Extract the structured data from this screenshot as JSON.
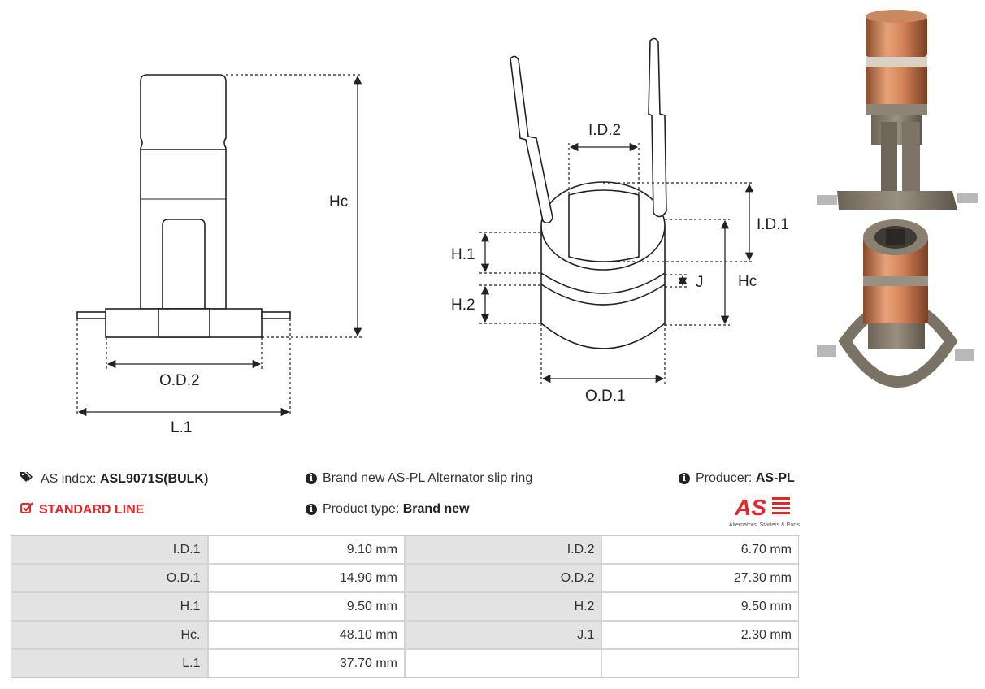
{
  "diagram_labels": {
    "hc_left": "Hc",
    "od2": "O.D.2",
    "l1": "L.1",
    "id2": "I.D.2",
    "id1": "I.D.1",
    "h1": "H.1",
    "h2": "H.2",
    "j": "J",
    "hc_right": "Hc",
    "od1": "O.D.1"
  },
  "info": {
    "as_index_label": "AS index:",
    "as_index_value": "ASL9071S(BULK)",
    "line_label": "STANDARD LINE",
    "description": "Brand new AS-PL Alternator slip ring",
    "product_type_label": "Product type:",
    "product_type_value": "Brand new",
    "producer_label": "Producer:",
    "producer_value": "AS-PL"
  },
  "logo": {
    "mark": "AS",
    "tagline": "Alternators, Starters & Parts",
    "color": "#e3262a"
  },
  "specs": [
    {
      "l1": "I.D.1",
      "v1": "9.10 mm",
      "l2": "I.D.2",
      "v2": "6.70 mm"
    },
    {
      "l1": "O.D.1",
      "v1": "14.90 mm",
      "l2": "O.D.2",
      "v2": "27.30 mm"
    },
    {
      "l1": "H.1",
      "v1": "9.50 mm",
      "l2": "H.2",
      "v2": "9.50 mm"
    },
    {
      "l1": "Hc.",
      "v1": "48.10 mm",
      "l2": "J.1",
      "v2": "2.30 mm"
    },
    {
      "l1": "L.1",
      "v1": "37.70 mm",
      "l2": "",
      "v2": ""
    }
  ],
  "icons": {
    "tags": "tags-icon",
    "check": "check-square-icon",
    "info": "info-circle-icon"
  }
}
